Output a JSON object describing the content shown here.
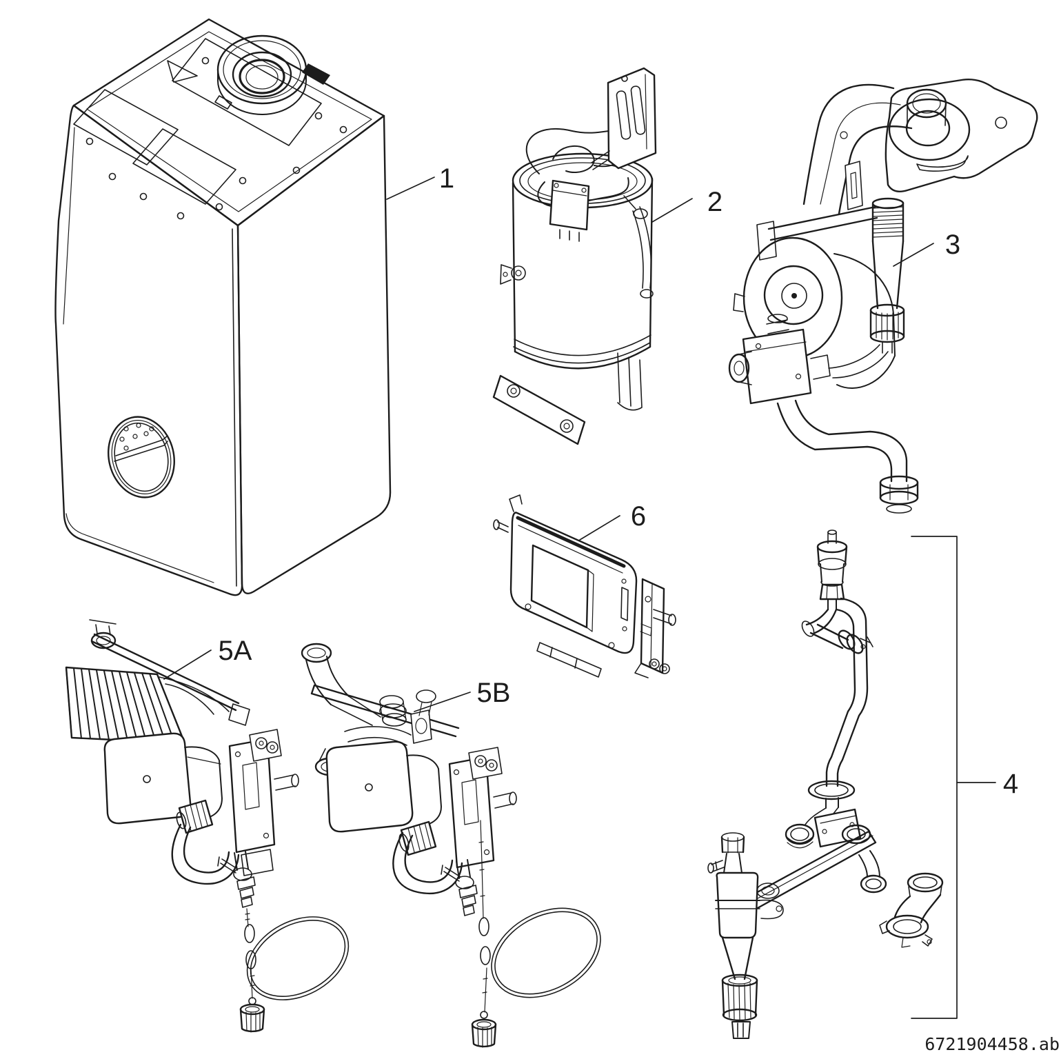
{
  "page": {
    "background_color": "#ffffff",
    "line_color": "#1c1c1c"
  },
  "callouts": {
    "c1": {
      "label": "1"
    },
    "c2": {
      "label": "2"
    },
    "c3": {
      "label": "3"
    },
    "c4": {
      "label": "4"
    },
    "c5a": {
      "label": "5A"
    },
    "c5b": {
      "label": "5B"
    },
    "c6": {
      "label": "6"
    }
  },
  "footer": {
    "document_code": "6721904458.ab"
  }
}
